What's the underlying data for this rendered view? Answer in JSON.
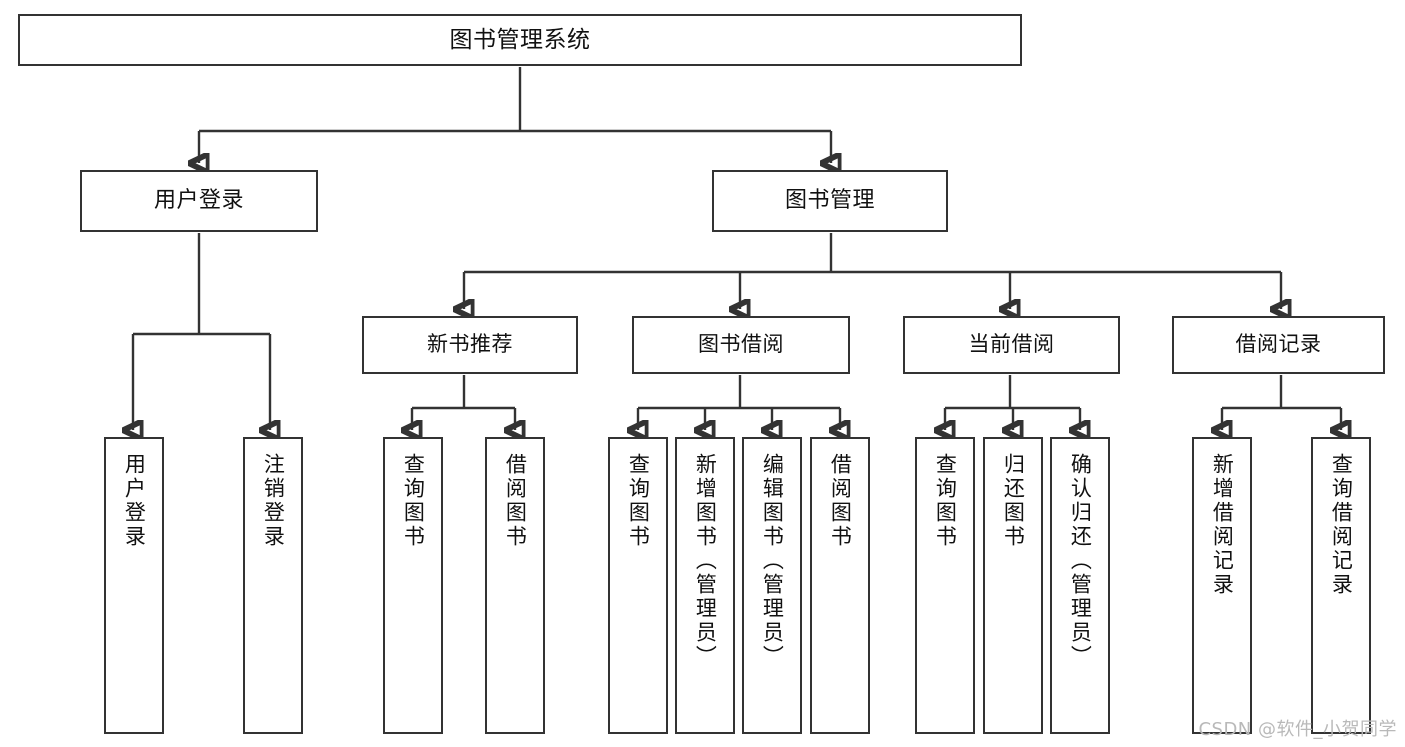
{
  "diagram": {
    "title": "图书管理系统",
    "type": "tree",
    "watermark": "CSDN @软件_小贺同学",
    "root": {
      "id": "root",
      "label": "图书管理系统"
    },
    "level2": [
      {
        "id": "user-login",
        "label": "用户登录"
      },
      {
        "id": "book-management",
        "label": "图书管理"
      }
    ],
    "level3": [
      {
        "id": "new-book-recommend",
        "label": "新书推荐",
        "parent": "book-management"
      },
      {
        "id": "book-borrow",
        "label": "图书借阅",
        "parent": "book-management"
      },
      {
        "id": "current-borrow",
        "label": "当前借阅",
        "parent": "book-management"
      },
      {
        "id": "borrow-record",
        "label": "借阅记录",
        "parent": "book-management"
      }
    ],
    "leaves": [
      {
        "id": "leaf-user-login",
        "label": "用户登录",
        "parent": "user-login"
      },
      {
        "id": "leaf-user-logout",
        "label": "注销登录",
        "parent": "user-login"
      },
      {
        "id": "leaf-query-book-1",
        "label": "查询图书",
        "parent": "new-book-recommend"
      },
      {
        "id": "leaf-borrow-book-1",
        "label": "借阅图书",
        "parent": "new-book-recommend"
      },
      {
        "id": "leaf-query-book-2",
        "label": "查询图书",
        "parent": "book-borrow"
      },
      {
        "id": "leaf-add-book",
        "label": "新增图书（管理员）",
        "parent": "book-borrow"
      },
      {
        "id": "leaf-edit-book",
        "label": "编辑图书（管理员）",
        "parent": "book-borrow"
      },
      {
        "id": "leaf-borrow-book-2",
        "label": "借阅图书",
        "parent": "book-borrow"
      },
      {
        "id": "leaf-query-book-3",
        "label": "查询图书",
        "parent": "current-borrow"
      },
      {
        "id": "leaf-return-book",
        "label": "归还图书",
        "parent": "current-borrow"
      },
      {
        "id": "leaf-confirm-return",
        "label": "确认归还（管理员）",
        "parent": "current-borrow"
      },
      {
        "id": "leaf-add-record",
        "label": "新增借阅记录",
        "parent": "borrow-record"
      },
      {
        "id": "leaf-query-record",
        "label": "查询借阅记录",
        "parent": "borrow-record"
      }
    ],
    "colors": {
      "stroke": "#333333",
      "fill": "#ffffff",
      "text": "#111111",
      "watermark": "#b9b9b9"
    }
  }
}
